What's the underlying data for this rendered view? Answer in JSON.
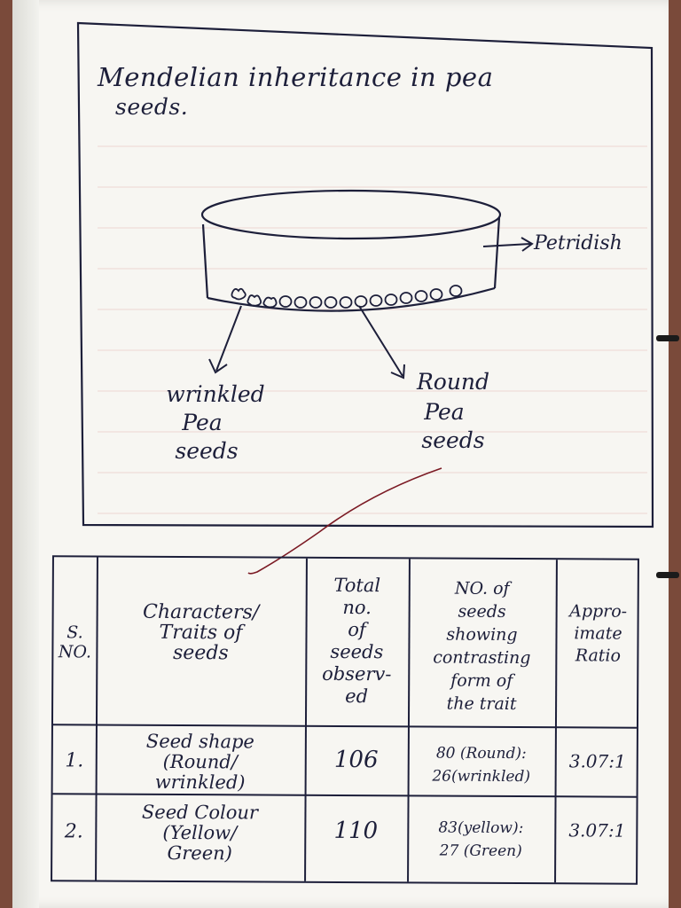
{
  "diagram": {
    "title_line1": "Mendelian inheritance in pea",
    "title_line2": "seeds.",
    "petridish_label": "Petridish",
    "wrinkled_label": {
      "line1": "wrinkled",
      "line2": "Pea",
      "line3": "seeds"
    },
    "round_label": {
      "line1": "Round",
      "line2": "Pea",
      "line3": "seeds"
    }
  },
  "table": {
    "headers": {
      "sno": "S.\nNO.",
      "character": "Characters/\nTraits of\nseeds",
      "total": "Total\nno.\nof\nseeds\nobserv-\ned",
      "showing": "NO. of\nseeds\nshowing\ncontrasting\nform of\nthe trait",
      "ratio": "Appro-\nimate\nRatio"
    },
    "rows": [
      {
        "sno": "1.",
        "character": "Seed shape\n(Round/\nwrinkled)",
        "total": "106",
        "showing": "80 (Round):\n26(wrinkled)",
        "ratio": "3.07:1"
      },
      {
        "sno": "2.",
        "character": "Seed Colour\n(Yellow/\nGreen)",
        "total": "110",
        "showing": "83(yellow):\n27 (Green)",
        "ratio": "3.07:1"
      }
    ]
  }
}
